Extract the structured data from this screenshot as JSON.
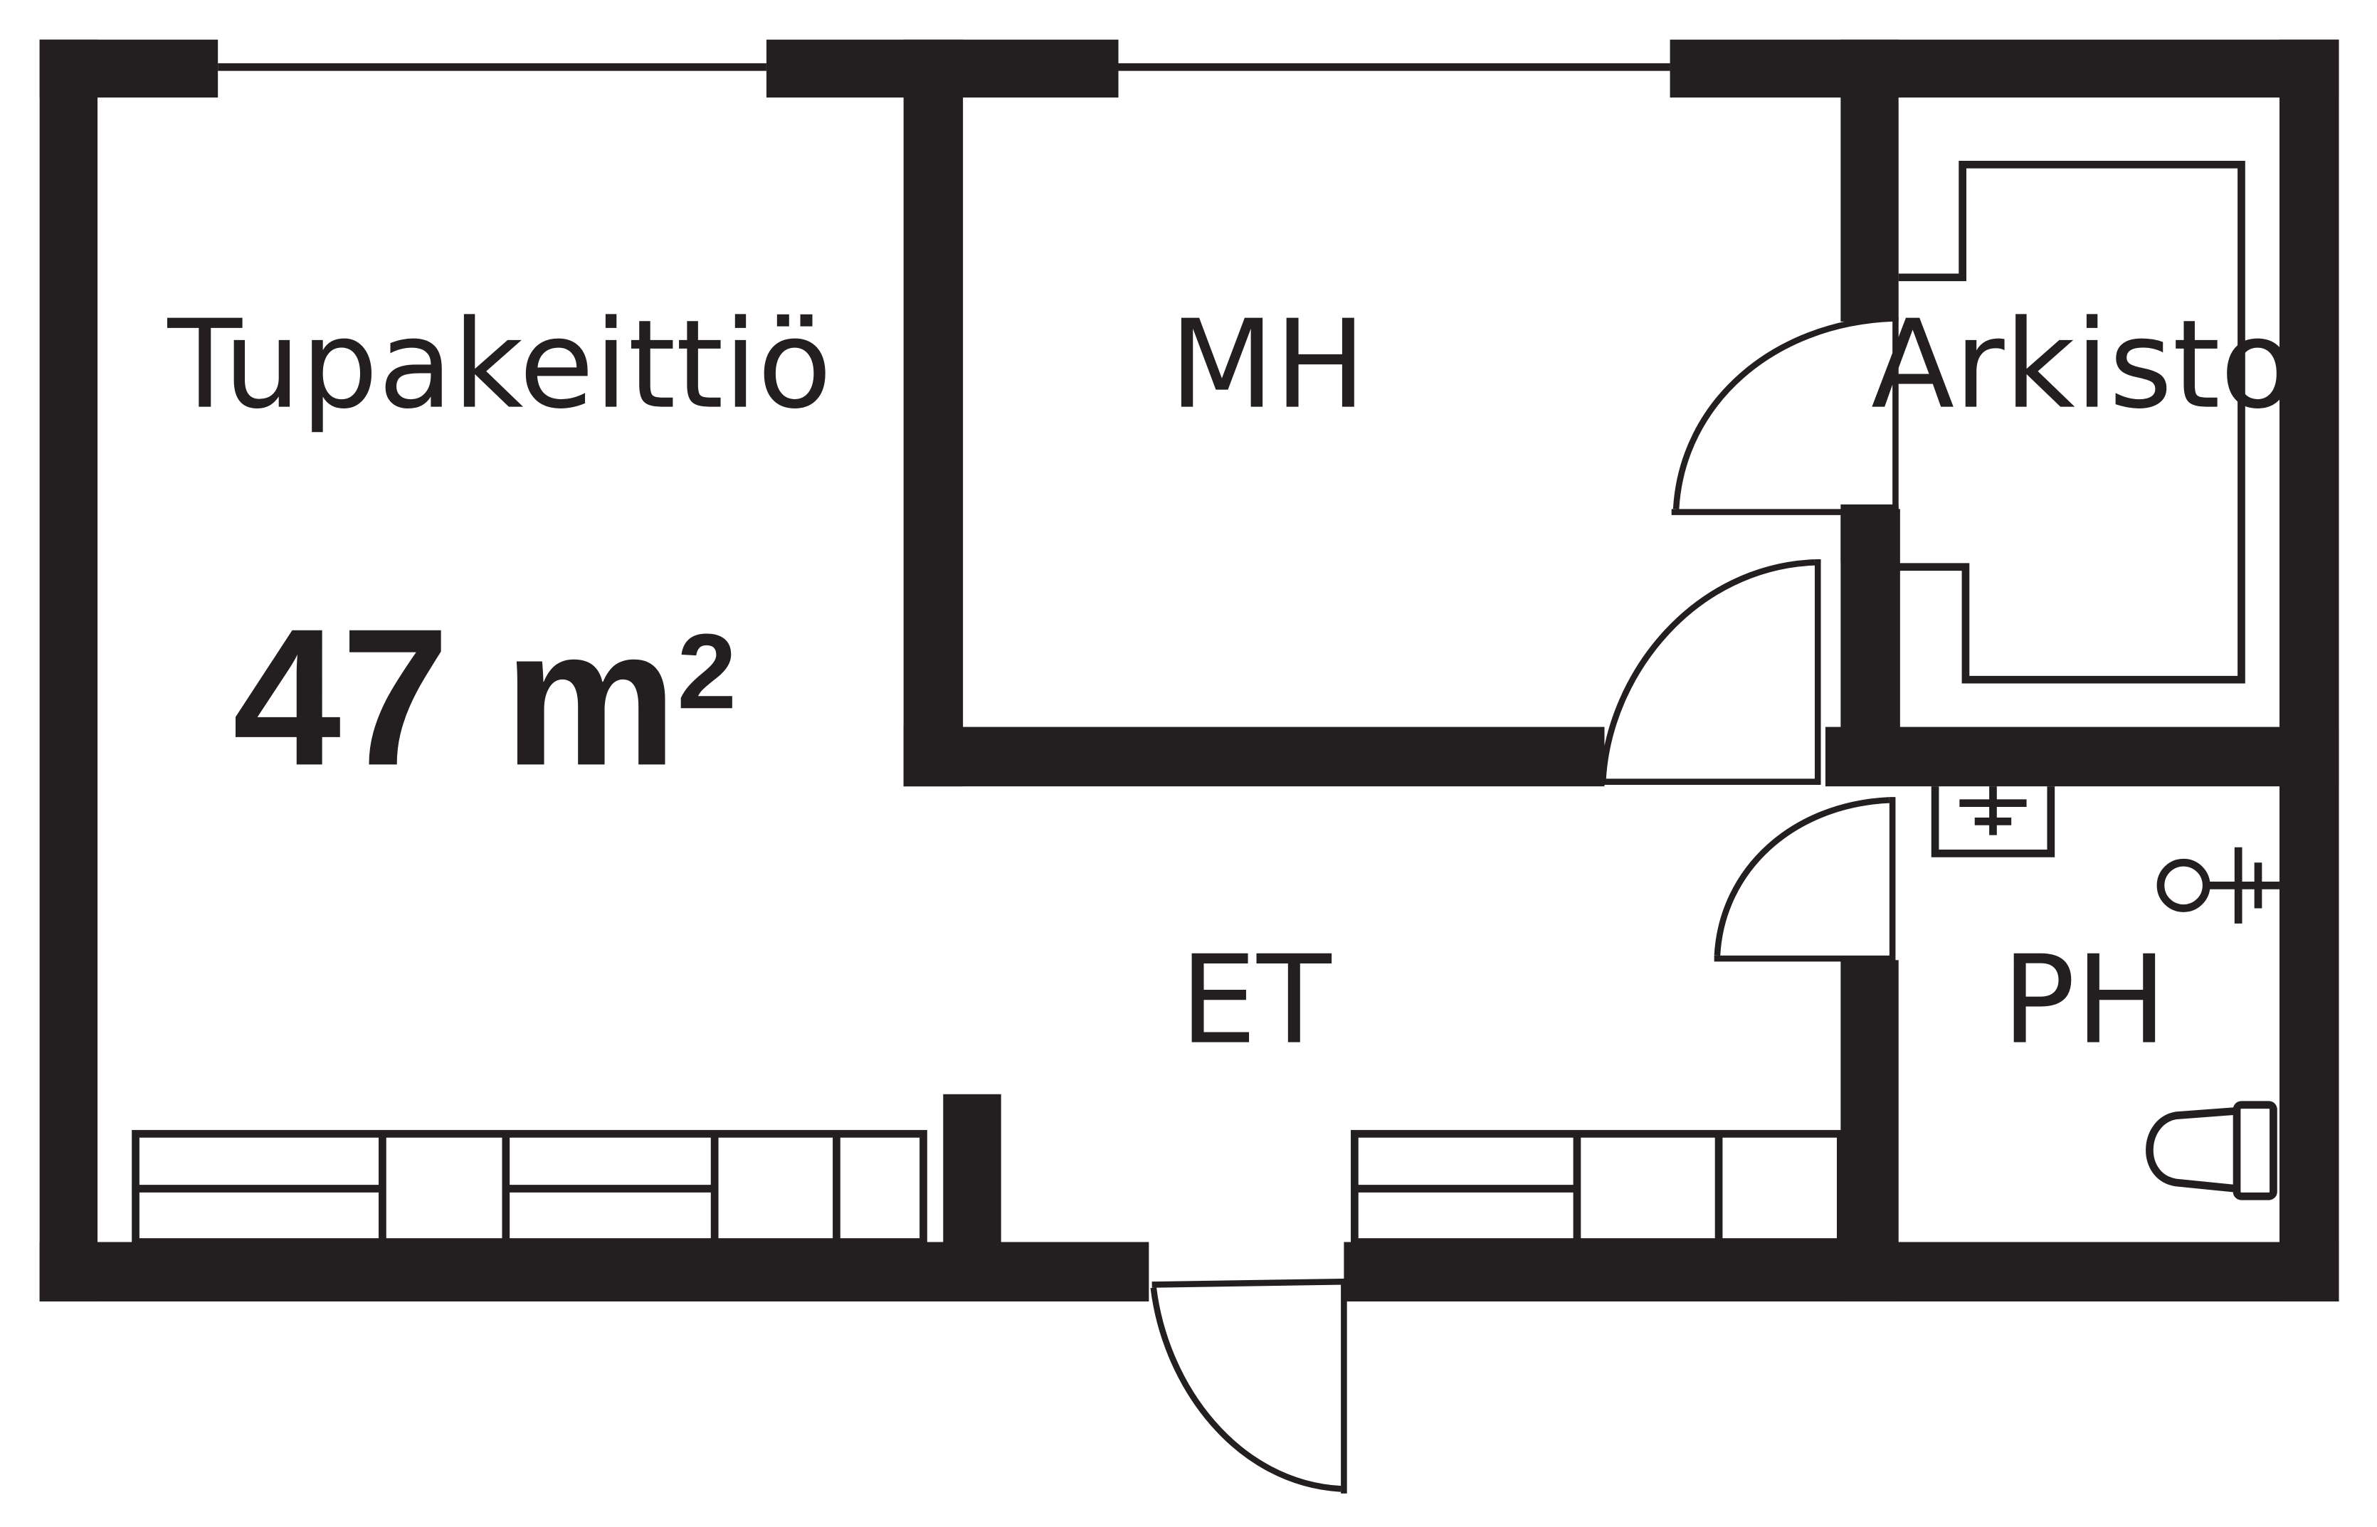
{
  "plan": {
    "rooms": {
      "living_kitchen": "Tupakeittiö",
      "bedroom": "MH",
      "storage": "Arkisto",
      "entrance": "ET",
      "bathroom": "PH"
    },
    "area": {
      "value": "47 m",
      "superscript": "2"
    }
  },
  "colors": {
    "wall": "#231f20",
    "background": "#ffffff"
  }
}
